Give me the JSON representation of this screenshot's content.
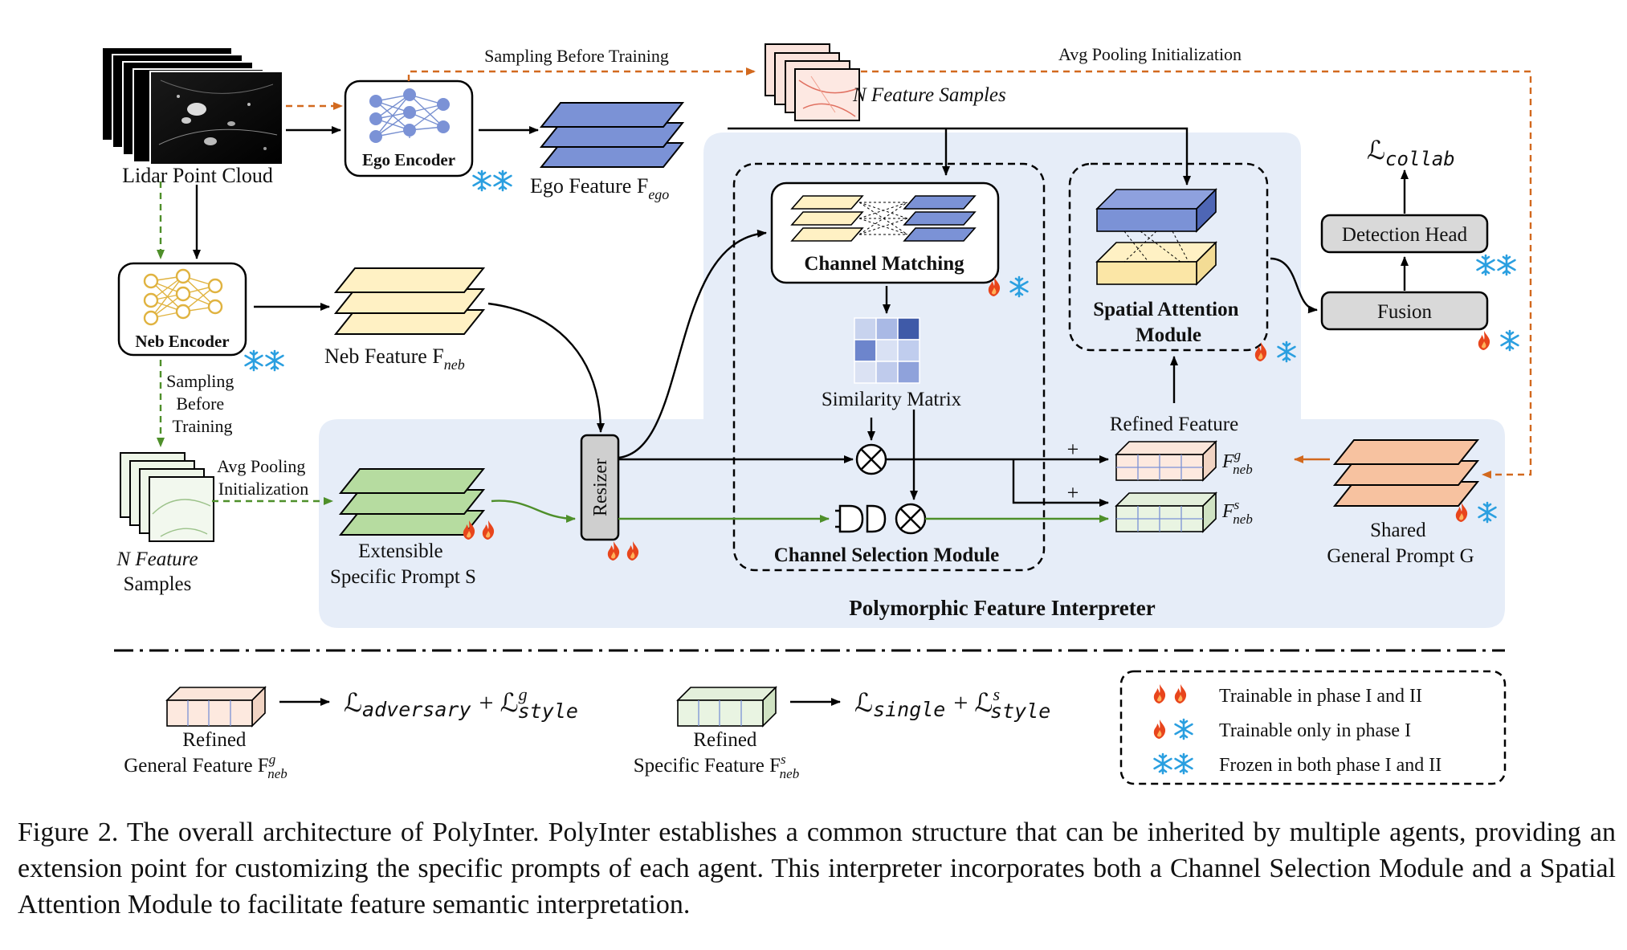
{
  "labels": {
    "lidar": "Lidar Point Cloud",
    "ego_encoder": "Ego Encoder",
    "neb_encoder": "Neb Encoder",
    "sampling_before_training_top": "Sampling Before Training",
    "avg_pooling_init_top": "Avg Pooling Initialization",
    "n_feature_samples_top": "N Feature Samples",
    "ego_feature": "Ego Feature F",
    "ego_sub": "ego",
    "neb_feature": "Neb Feature F",
    "neb_sub": "neb",
    "sampling_left": [
      "Sampling",
      "Before",
      "Training"
    ],
    "avg_pooling_left": [
      "Avg Pooling",
      "Initialization"
    ],
    "n_feature_samples_left": [
      "N Feature",
      "Samples"
    ],
    "extensible_prompt": [
      "Extensible",
      "Specific Prompt S"
    ],
    "resizer": "Resizer",
    "channel_matching": "Channel Matching",
    "similarity_matrix": "Similarity Matrix",
    "channel_selection": "Channel Selection Module",
    "spatial_attention": [
      "Spatial Attention",
      "Module"
    ],
    "refined_feature": "Refined Feature",
    "f_neb_g": "F",
    "f_neb_sup_g": "g",
    "f_neb_sup_s": "s",
    "f_neb_sub": "neb",
    "plus": "+",
    "detection_head": "Detection Head",
    "fusion": "Fusion",
    "l_collab": "ℒ",
    "l_collab_sub": "collab",
    "shared_prompt": [
      "Shared",
      "General Prompt G"
    ],
    "interpreter": "Polymorphic Feature Interpreter"
  },
  "legend_bottom": {
    "refined_general": [
      "Refined",
      "General Feature F"
    ],
    "loss_general": "ℒ",
    "loss_general_sub1": "adversary",
    "loss_general_plus": "+ ℒ",
    "loss_style_sub": "style",
    "loss_style_sup_g": "g",
    "refined_specific": [
      "Refined",
      "Specific Feature F"
    ],
    "loss_specific": "ℒ",
    "loss_specific_sub1": "single",
    "loss_style_sup_s": "s"
  },
  "legend_box": {
    "fire_fire": "Trainable in phase I and II",
    "fire_snow": "Trainable only in phase I",
    "snow_snow": "Frozen in both phase I and II"
  },
  "caption": "Figure 2. The overall architecture of PolyInter. PolyInter establishes a common structure that can be inherited by multiple agents, providing an extension point for customizing the specific prompts of each agent. This interpreter incorporates both a Channel Selection Module and a Spatial Attention Module to facilitate feature semantic interpretation.",
  "colors": {
    "ego_blue": "#7b92d6",
    "neb_yellow": "#fff1c4",
    "prompt_green": "#b6dca0",
    "shared_orange": "#f7c2a0",
    "region_bg": "#e6edf8",
    "orange_dash": "#d2691e",
    "green_dash": "#4e8f2a",
    "fire": "#e8451c",
    "snow": "#2a9fe0"
  }
}
